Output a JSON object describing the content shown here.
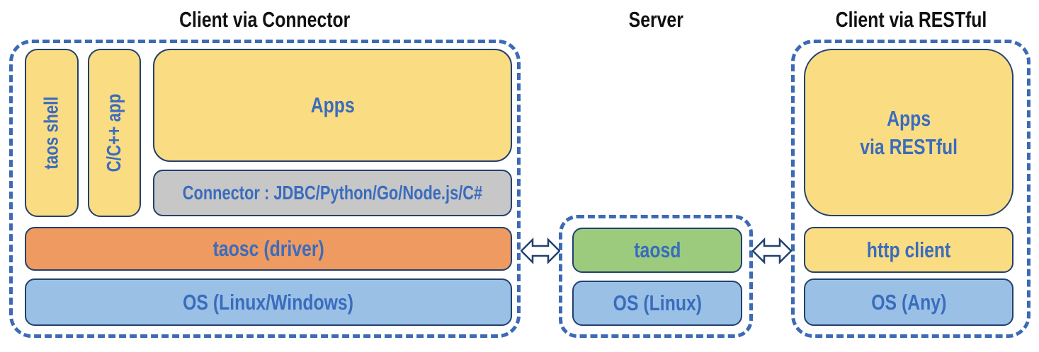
{
  "titles": {
    "client_connector": "Client via Connector",
    "server": "Server",
    "client_restful": "Client via RESTful"
  },
  "client_connector": {
    "taos_shell": "taos shell",
    "cpp_app": "C/C++ app",
    "apps": "Apps",
    "connector": "Connector : JDBC/Python/Go/Node.js/C#",
    "taosc": "taosc (driver)",
    "os": "OS (Linux/Windows)"
  },
  "server": {
    "taosd": "taosd",
    "os": "OS (Linux)"
  },
  "client_restful": {
    "apps_line1": "Apps",
    "apps_line2": "via RESTful",
    "http_client": "http client",
    "os": "OS (Any)"
  },
  "colors": {
    "yellow": "#FADC83",
    "orange": "#EF9A61",
    "green": "#9DCB7D",
    "blue": "#9AC1E5",
    "gray": "#C7C7C7",
    "border": "#22406E",
    "dash": "#3C6AB5",
    "text": "#3A6CBE",
    "title": "#111111"
  }
}
